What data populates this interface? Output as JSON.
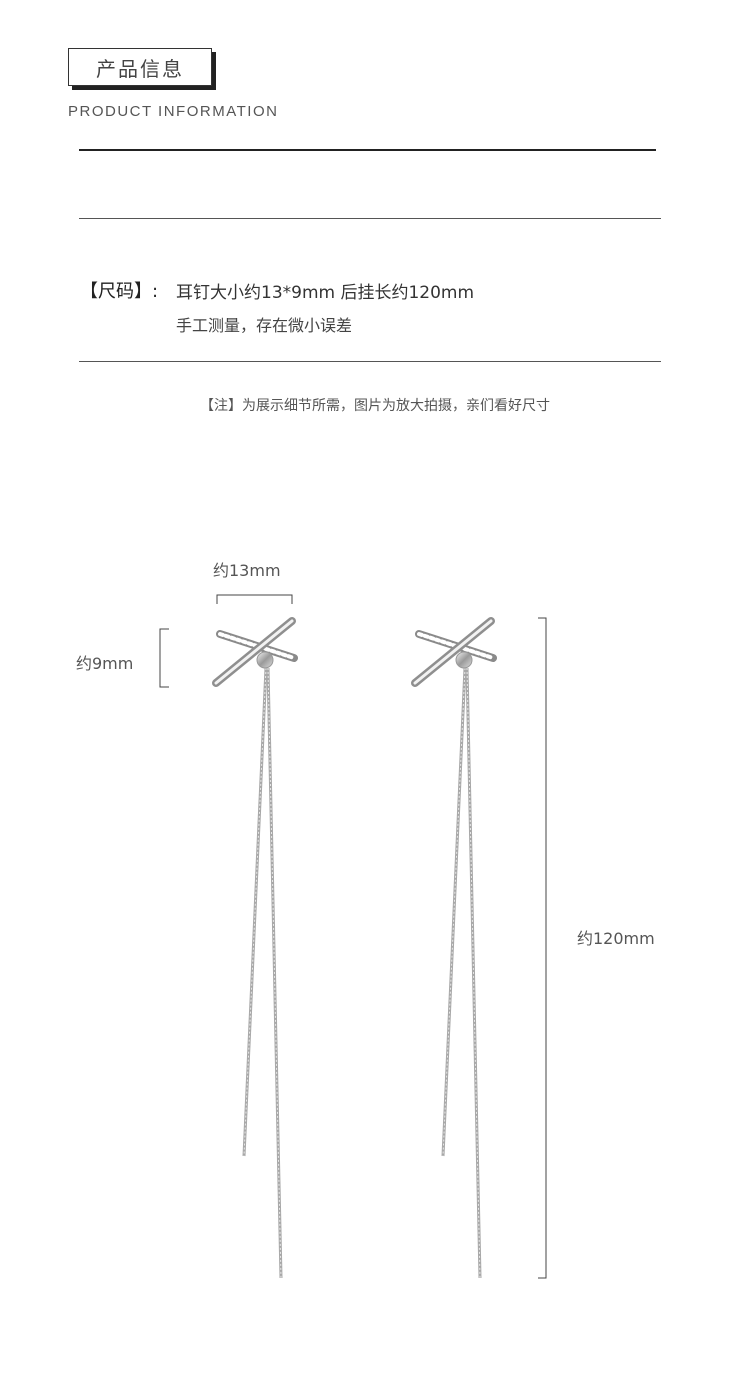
{
  "header": {
    "title": "产品信息",
    "subtitle": "PRODUCT  INFORMATION"
  },
  "size_section": {
    "label": "【尺码】:",
    "line1": "耳钉大小约13*9mm  后挂长约120mm",
    "line2": "手工测量，存在微小误差"
  },
  "note": "【注】为展示细节所需，图片为放大拍摄，亲们看好尺寸",
  "dimensions": {
    "width": "约13mm",
    "height": "约9mm",
    "length": "约120mm"
  }
}
